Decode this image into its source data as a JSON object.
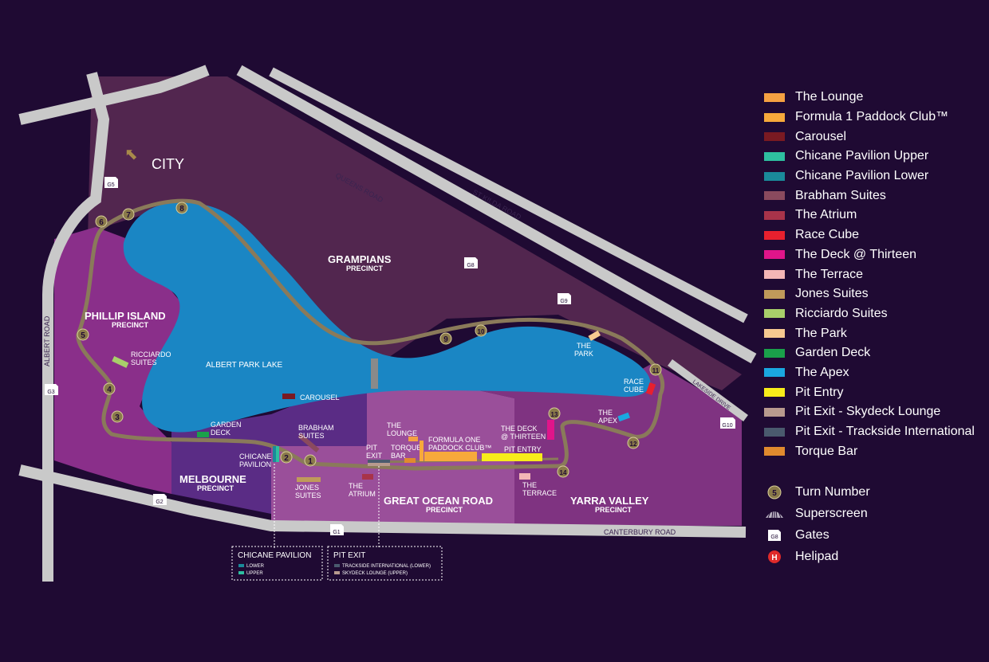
{
  "map": {
    "city_label": "CITY",
    "lake_label": "ALBERT PARK LAKE",
    "precincts": [
      {
        "name": "PHILLIP ISLAND",
        "sub": "PRECINCT"
      },
      {
        "name": "GRAMPIANS",
        "sub": "PRECINCT"
      },
      {
        "name": "MELBOURNE",
        "sub": "PRECINCT"
      },
      {
        "name": "GREAT OCEAN ROAD",
        "sub": "PRECINCT"
      },
      {
        "name": "YARRA VALLEY",
        "sub": "PRECINCT"
      }
    ],
    "roads": [
      "QUEENS ROAD",
      "ST KILDA ROAD",
      "ALBERT ROAD",
      "CANTERBURY ROAD",
      "LAKESIDE DRIVE"
    ],
    "gates": [
      "G1",
      "G2",
      "G3",
      "G5",
      "G8",
      "G9",
      "G10"
    ],
    "turns": [
      "1",
      "2",
      "3",
      "4",
      "5",
      "6",
      "7",
      "8",
      "9",
      "10",
      "11",
      "12",
      "13",
      "14"
    ],
    "venues": {
      "carousel": "CAROUSEL",
      "ricciardo_1": "RICCIARDO",
      "ricciardo_2": "SUITES",
      "garden_1": "GARDEN",
      "garden_2": "DECK",
      "brabham_1": "BRABHAM",
      "brabham_2": "SUITES",
      "chicane_1": "CHICANE",
      "chicane_2": "PAVILION",
      "jones_1": "JONES",
      "jones_2": "SUITES",
      "atrium_1": "THE",
      "atrium_2": "ATRIUM",
      "pitexit_1": "PIT",
      "pitexit_2": "EXIT",
      "lounge_1": "THE",
      "lounge_2": "LOUNGE",
      "torque_1": "TORQUE",
      "torque_2": "BAR",
      "paddock_1": "FORMULA ONE",
      "paddock_2": "PADDOCK CLUB™",
      "deck_1": "THE DECK",
      "deck_2": "@ THIRTEEN",
      "pit_entry": "PIT ENTRY",
      "terrace_1": "THE",
      "terrace_2": "TERRACE",
      "park_1": "THE",
      "park_2": "PARK",
      "racecube_1": "RACE",
      "racecube_2": "CUBE",
      "apex_1": "THE",
      "apex_2": "APEX"
    },
    "callouts": {
      "chicane_title": "CHICANE PAVILION",
      "chicane_lower": "LOWER",
      "chicane_upper": "UPPER",
      "pit_title": "PIT EXIT",
      "pit_lower": "TRACKSIDE INTERNATIONAL (LOWER)",
      "pit_upper": "SKYDECK LOUNGE (UPPER)"
    }
  },
  "legend": [
    {
      "label": "The Lounge",
      "color": "#f5a142"
    },
    {
      "label": "Formula 1 Paddock Club™",
      "color": "#f7a93b"
    },
    {
      "label": "Carousel",
      "color": "#7a1a22"
    },
    {
      "label": "Chicane Pavilion Upper",
      "color": "#2ebfa0"
    },
    {
      "label": "Chicane Pavilion Lower",
      "color": "#1a8a9a"
    },
    {
      "label": "Brabham Suites",
      "color": "#8a4a5e"
    },
    {
      "label": "The Atrium",
      "color": "#a8334a"
    },
    {
      "label": "Race Cube",
      "color": "#e8202e"
    },
    {
      "label": "The Deck @ Thirteen",
      "color": "#e0158a"
    },
    {
      "label": "The Terrace",
      "color": "#f4b6b6"
    },
    {
      "label": "Jones Suites",
      "color": "#c09a5a"
    },
    {
      "label": "Ricciardo Suites",
      "color": "#a8cf6a"
    },
    {
      "label": "The Park",
      "color": "#f6c990"
    },
    {
      "label": "Garden Deck",
      "color": "#1aa04a"
    },
    {
      "label": "The Apex",
      "color": "#1aa8e0"
    },
    {
      "label": "Pit Entry",
      "color": "#f7ec1a"
    },
    {
      "label": "Pit Exit - Skydeck Lounge",
      "color": "#b89a8e"
    },
    {
      "label": "Pit Exit - Trackside International",
      "color": "#4a5a6e"
    },
    {
      "label": "Torque Bar",
      "color": "#e08a2e"
    }
  ],
  "legend_symbols": [
    {
      "label": "Turn Number",
      "icon": "turn-number-icon",
      "sample": "5"
    },
    {
      "label": "Superscreen",
      "icon": "superscreen-icon"
    },
    {
      "label": "Gates",
      "icon": "gate-icon",
      "sample": "G8"
    },
    {
      "label": "Helipad",
      "icon": "helipad-icon",
      "sample": "H"
    }
  ],
  "colors": {
    "background": "#1f0a33",
    "road": "#c9c9c9",
    "lake": "#1a86c4",
    "track": "#8a7a5a",
    "phillip_island": "#8a2f8a",
    "grampians": "#52264f",
    "melbourne": "#5a2c85",
    "great_ocean_road": "#9a4f9a",
    "yarra_valley": "#7f3381"
  }
}
